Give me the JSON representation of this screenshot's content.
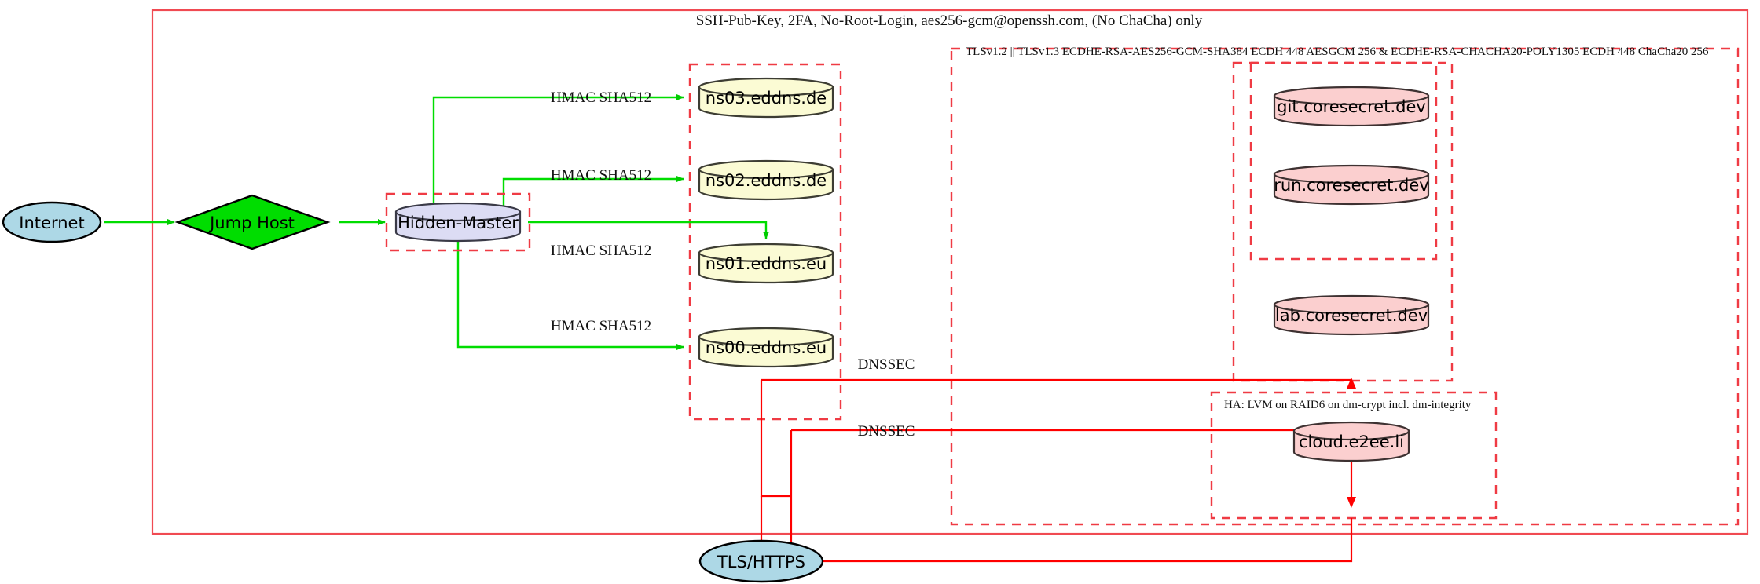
{
  "diagram": {
    "title_note_top": "SSH-Pub-Key, 2FA, No-Root-Login, aes256-gcm@openssh.com, (No ChaCha) only",
    "tls_note": "TLSv1.2 || TLSv1.3 ECDHE-RSA-AES256-GCM-SHA384 ECDH 448 AESGCM 256 & ECDHE-RSA-CHACHA20-POLY1305 ECDH 448 ChaCha20 256",
    "ha_note": "HA: LVM on RAID6 on dm-crypt incl. dm-integrity"
  },
  "nodes": {
    "internet": "Internet",
    "jump_host": "Jump Host",
    "hidden_master": "Hidden-Master",
    "tls_https": "TLS/HTTPS",
    "ns03": "ns03.eddns.de",
    "ns02": "ns02.eddns.de",
    "ns01": "ns01.eddns.eu",
    "ns00": "ns00.eddns.eu",
    "git": "git.coresecret.dev",
    "run": "run.coresecret.dev",
    "lab": "lab.coresecret.dev",
    "cloud": "cloud.e2ee.li"
  },
  "edge_labels": {
    "hmac_ns03": "HMAC SHA512",
    "hmac_ns02": "HMAC SHA512",
    "hmac_ns01": "HMAC SHA512",
    "hmac_ns00": "HMAC SHA512",
    "dnssec_upper": "DNSSEC",
    "dnssec_lower": "DNSSEC"
  },
  "colors": {
    "edge_green": "#00dd00",
    "edge_red": "#ff0000",
    "boundary_red": "#ef3b44",
    "node_blue": "#add8e6",
    "node_green": "#00dd00",
    "node_yellow": "#fbfbd4",
    "node_pink": "#fbcfcf",
    "node_lavender": "#dcdcf4"
  }
}
